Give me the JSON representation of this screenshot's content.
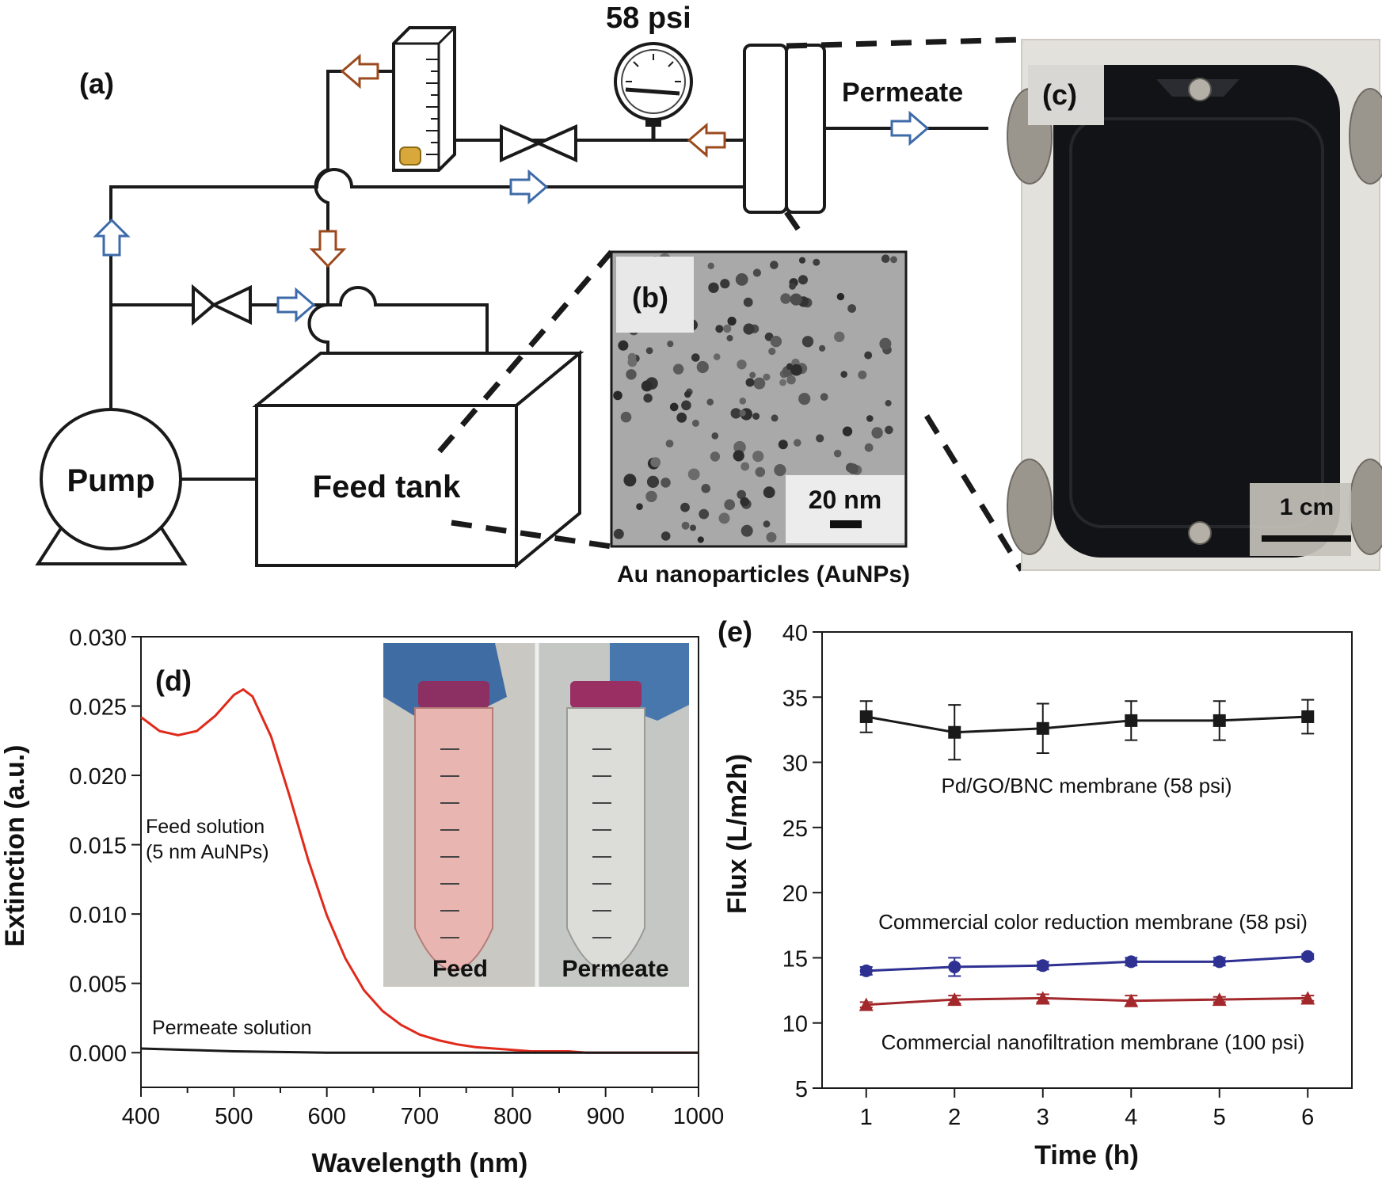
{
  "panel_labels": {
    "a": "(a)",
    "b": "(b)",
    "c": "(c)",
    "d": "(d)",
    "e": "(e)"
  },
  "schematic": {
    "pressure": "58 psi",
    "permeate": "Permeate",
    "pump": "Pump",
    "feed_tank": "Feed tank",
    "nanoparticles": "Au nanoparticles (AuNPs)",
    "tem_scale": "20 nm",
    "photo_scale": "1 cm",
    "colors": {
      "arrow_blue": "#3d6aa8",
      "arrow_brown": "#9b4a1e",
      "pipe": "#1a1a1a"
    }
  },
  "chart_data": [
    {
      "panel": "(d)",
      "type": "line",
      "xlabel": "Wavelength (nm)",
      "ylabel": "Extinction (a.u.)",
      "xlim": [
        400,
        1000
      ],
      "ylim": [
        -0.0025,
        0.03
      ],
      "x_ticks": [
        "400",
        "500",
        "600",
        "700",
        "800",
        "900",
        "1000"
      ],
      "y_ticks": [
        "0.000",
        "0.005",
        "0.010",
        "0.015",
        "0.020",
        "0.025",
        "0.030"
      ],
      "annotations": {
        "feed_line1": "Feed solution",
        "feed_line2": "(5 nm AuNPs)",
        "permeate": "Permeate solution"
      },
      "inset": {
        "left_label": "Feed",
        "right_label": "Permeate"
      },
      "series": [
        {
          "color": "#e02a1b",
          "x": [
            400,
            420,
            440,
            460,
            480,
            500,
            510,
            520,
            540,
            560,
            580,
            600,
            620,
            640,
            660,
            680,
            700,
            720,
            740,
            760,
            780,
            800,
            820,
            840,
            860,
            880,
            900,
            920,
            940,
            960,
            980,
            1000
          ],
          "y": [
            0.0242,
            0.0232,
            0.0229,
            0.0232,
            0.0243,
            0.0258,
            0.0262,
            0.0257,
            0.0228,
            0.0185,
            0.0139,
            0.0099,
            0.0068,
            0.0045,
            0.003,
            0.002,
            0.0013,
            0.0009,
            0.0006,
            0.0004,
            0.0003,
            0.0002,
            0.0001,
            0.0001,
            0.0001,
            0.0,
            0.0,
            0.0,
            0.0,
            0.0,
            0.0,
            0.0
          ]
        },
        {
          "color": "#1a1a1a",
          "x": [
            400,
            450,
            500,
            600,
            700,
            800,
            900,
            1000
          ],
          "y": [
            0.0003,
            0.0002,
            0.0001,
            0.0,
            0.0,
            0.0,
            0.0,
            0.0
          ]
        }
      ]
    },
    {
      "panel": "(e)",
      "type": "line",
      "xlabel": "Time (h)",
      "ylabel": "Flux (L/m2h)",
      "xlim": [
        0.5,
        6.5
      ],
      "ylim": [
        5,
        40
      ],
      "x_ticks": [
        "1",
        "2",
        "3",
        "4",
        "5",
        "6"
      ],
      "y_ticks": [
        "5",
        "10",
        "15",
        "20",
        "25",
        "30",
        "35",
        "40"
      ],
      "series": [
        {
          "name": "Pd/GO/BNC membrane (58 psi)",
          "color": "#1a1a1a",
          "marker": "square",
          "x": [
            1,
            2,
            3,
            4,
            5,
            6
          ],
          "y": [
            33.5,
            32.3,
            32.6,
            33.2,
            33.2,
            33.5
          ],
          "err": [
            1.2,
            2.1,
            1.9,
            1.5,
            1.5,
            1.3
          ]
        },
        {
          "name": "Commercial color reduction membrane (58 psi)",
          "color": "#2e3192",
          "marker": "circle",
          "x": [
            1,
            2,
            3,
            4,
            5,
            6
          ],
          "y": [
            14.0,
            14.3,
            14.4,
            14.7,
            14.7,
            15.1
          ],
          "err": [
            0.3,
            0.7,
            0.3,
            0.3,
            0.3,
            0.2
          ]
        },
        {
          "name": "Commercial nanofiltration membrane (100 psi)",
          "color": "#a3282c",
          "marker": "triangle",
          "x": [
            1,
            2,
            3,
            4,
            5,
            6
          ],
          "y": [
            11.4,
            11.8,
            11.9,
            11.7,
            11.8,
            11.9
          ],
          "err": [
            0.2,
            0.3,
            0.3,
            0.4,
            0.2,
            0.2
          ]
        }
      ]
    }
  ]
}
